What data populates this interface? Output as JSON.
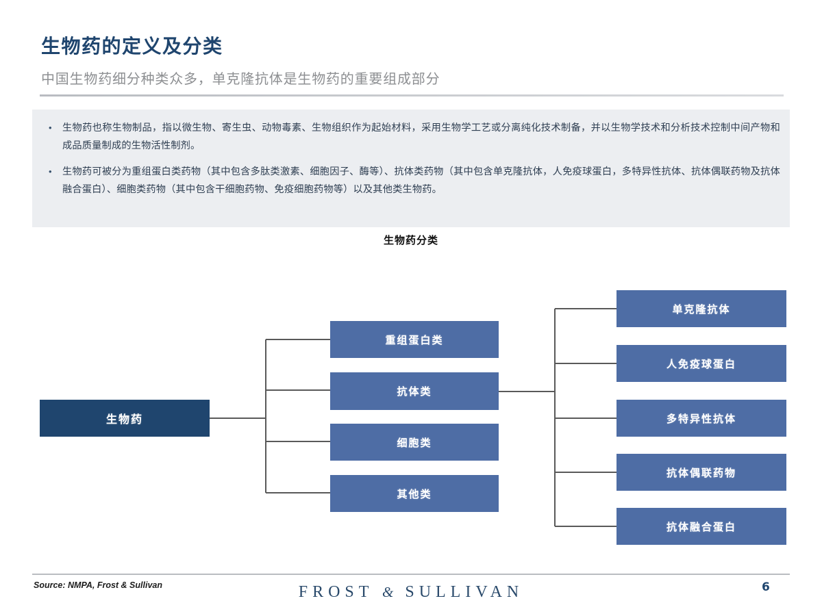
{
  "header": {
    "title": "生物药的定义及分类",
    "subtitle": "中国生物药细分种类众多，单克隆抗体是生物药的重要组成部分"
  },
  "body": {
    "bullet_marker": "•",
    "bullets": [
      "生物药也称生物制品，指以微生物、寄生虫、动物毒素、生物组织作为起始材料，采用生物学工艺或分离纯化技术制备，并以生物学技术和分析技术控制中间产物和成品质量制成的生物活性制剂。",
      "生物药可被分为重组蛋白类药物（其中包含多肽类激素、细胞因子、酶等）、抗体类药物（其中包含单克隆抗体，人免疫球蛋白，多特异性抗体、抗体偶联药物及抗体融合蛋白）、细胞类药物（其中包含干细胞药物、免疫细胞药物等）以及其他类生物药。"
    ]
  },
  "chart_data": {
    "type": "diagram",
    "title": "生物药分类",
    "root": {
      "label": "生物药",
      "color": "#1f456e"
    },
    "level2_color": "#4e6da5",
    "level3_color": "#4e6da5",
    "level2": [
      {
        "label": "重组蛋白类"
      },
      {
        "label": "抗体类"
      },
      {
        "label": "细胞类"
      },
      {
        "label": "其他类"
      }
    ],
    "level3_parent": "抗体类",
    "level3": [
      {
        "label": "单克隆抗体"
      },
      {
        "label": "人免疫球蛋白"
      },
      {
        "label": "多特异性抗体"
      },
      {
        "label": "抗体偶联药物"
      },
      {
        "label": "抗体融合蛋白"
      }
    ],
    "connector_color": "#595959"
  },
  "footer": {
    "source": "Source: NMPA, Frost & Sullivan",
    "brand_left": "FROST",
    "brand_amp": "&",
    "brand_right": "SULLIVAN",
    "page_number": "6"
  }
}
